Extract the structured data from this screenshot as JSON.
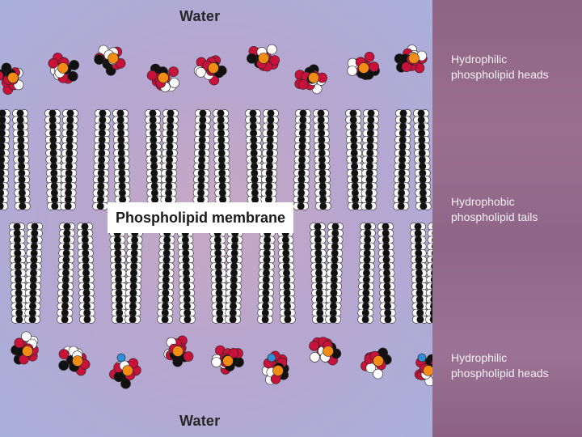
{
  "diagram": {
    "water_top": "Water",
    "water_bottom": "Water",
    "membrane_label": "Phospholipid membrane",
    "labels": {
      "heads_top": [
        "Hydrophilic",
        "phospholipid heads"
      ],
      "tails": [
        "Hydrophobic",
        "phospholipid tails"
      ],
      "heads_bottom": [
        "Hydrophilic",
        "phospholipid heads"
      ]
    }
  },
  "colors": {
    "carbon": "#111111",
    "hydrogen": "#ffffff",
    "oxygen": "#c8123a",
    "phosphorus": "#f28c14",
    "nitrogen": "#2f8fd6"
  }
}
